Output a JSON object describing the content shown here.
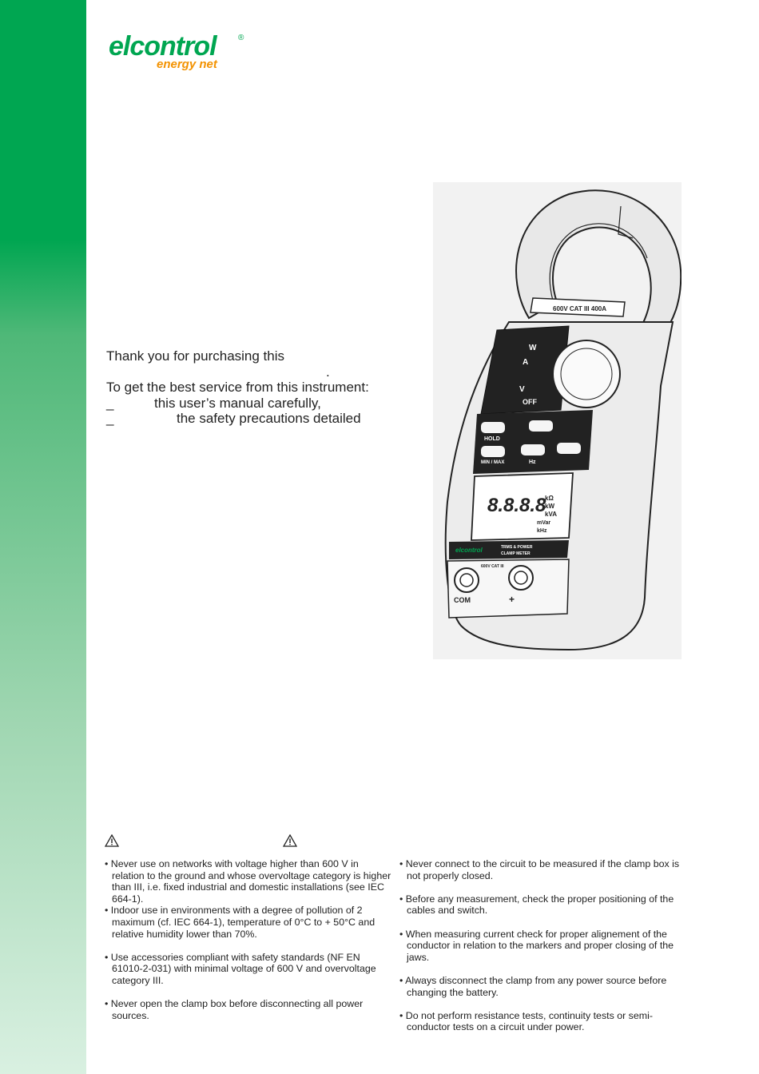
{
  "brand": {
    "name": "elcontrol",
    "reg": "®",
    "tagline": "energy net"
  },
  "intro": {
    "line1": "Thank you for purchasing this",
    "line2": ".",
    "line3": "To get the best service from this instrument:",
    "line4_dash": "_",
    "line4": "this user’s manual carefully,",
    "line5_dash": "_",
    "line5": "the safety precautions detailed"
  },
  "device": {
    "rating_label": "600V CAT III 400A",
    "panel_labels": [
      "W",
      "A",
      "V",
      "OFF",
      "HOLD",
      "MIN / MAX",
      "Hz"
    ],
    "display_digits": "8.8.8.8",
    "display_units": [
      "kΩ",
      "kW",
      "kVA",
      "mVar",
      "kHz"
    ],
    "badge_brand": "elcontrol",
    "badge_text1": "TRMS & POWER",
    "badge_text2": "CLAMP METER",
    "terminal_rating": "600V CAT III",
    "com_label": "COM",
    "plus_label": "+"
  },
  "safety": {
    "left_items": [
      "• Never use on networks with voltage higher than 600 V in relation to the ground and whose overvoltage category is higher than III, i.e. fixed industrial and domestic installations (see IEC 664-1).",
      "• Indoor use in environments with a degree of pollution of 2 maximum (cf. IEC 664-1), temperature of 0°C to + 50°C and relative humidity lower than 70%.",
      "• Use accessories compliant with safety standards (NF EN 61010-2-031) with minimal voltage of 600 V and overvoltage category III.",
      "• Never open the clamp box before disconnecting all power sources."
    ],
    "right_items": [
      "• Never connect to the circuit to be measured if the clamp box is not properly closed.",
      "• Before any measurement, check the proper positioning of the cables and switch.",
      "• When measuring current check for proper alignement of the conductor in relation to the markers and proper closing of the jaws.",
      "• Always disconnect the clamp from any power source before changing the battery.",
      "• Do not perform resistance tests, continuity tests or semi-conductor tests on a circuit under power."
    ]
  },
  "colors": {
    "brand_green": "#00a651",
    "brand_orange": "#f39200"
  }
}
